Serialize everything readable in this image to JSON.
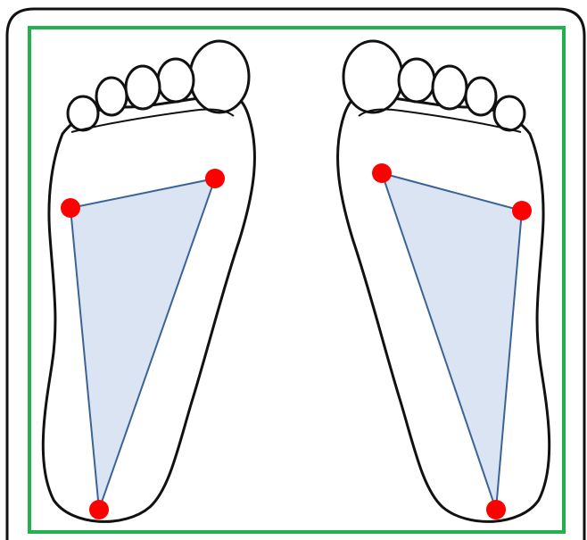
{
  "colors": {
    "frame_border": "#22b14c",
    "foot_outline": "#111111",
    "triangle_fill": "#dbe4f2",
    "triangle_stroke": "#3b6496",
    "point_color": "#ff0000"
  },
  "feet": [
    {
      "side": "left-image",
      "points_count": 3
    },
    {
      "side": "right-image",
      "points_count": 3
    }
  ]
}
